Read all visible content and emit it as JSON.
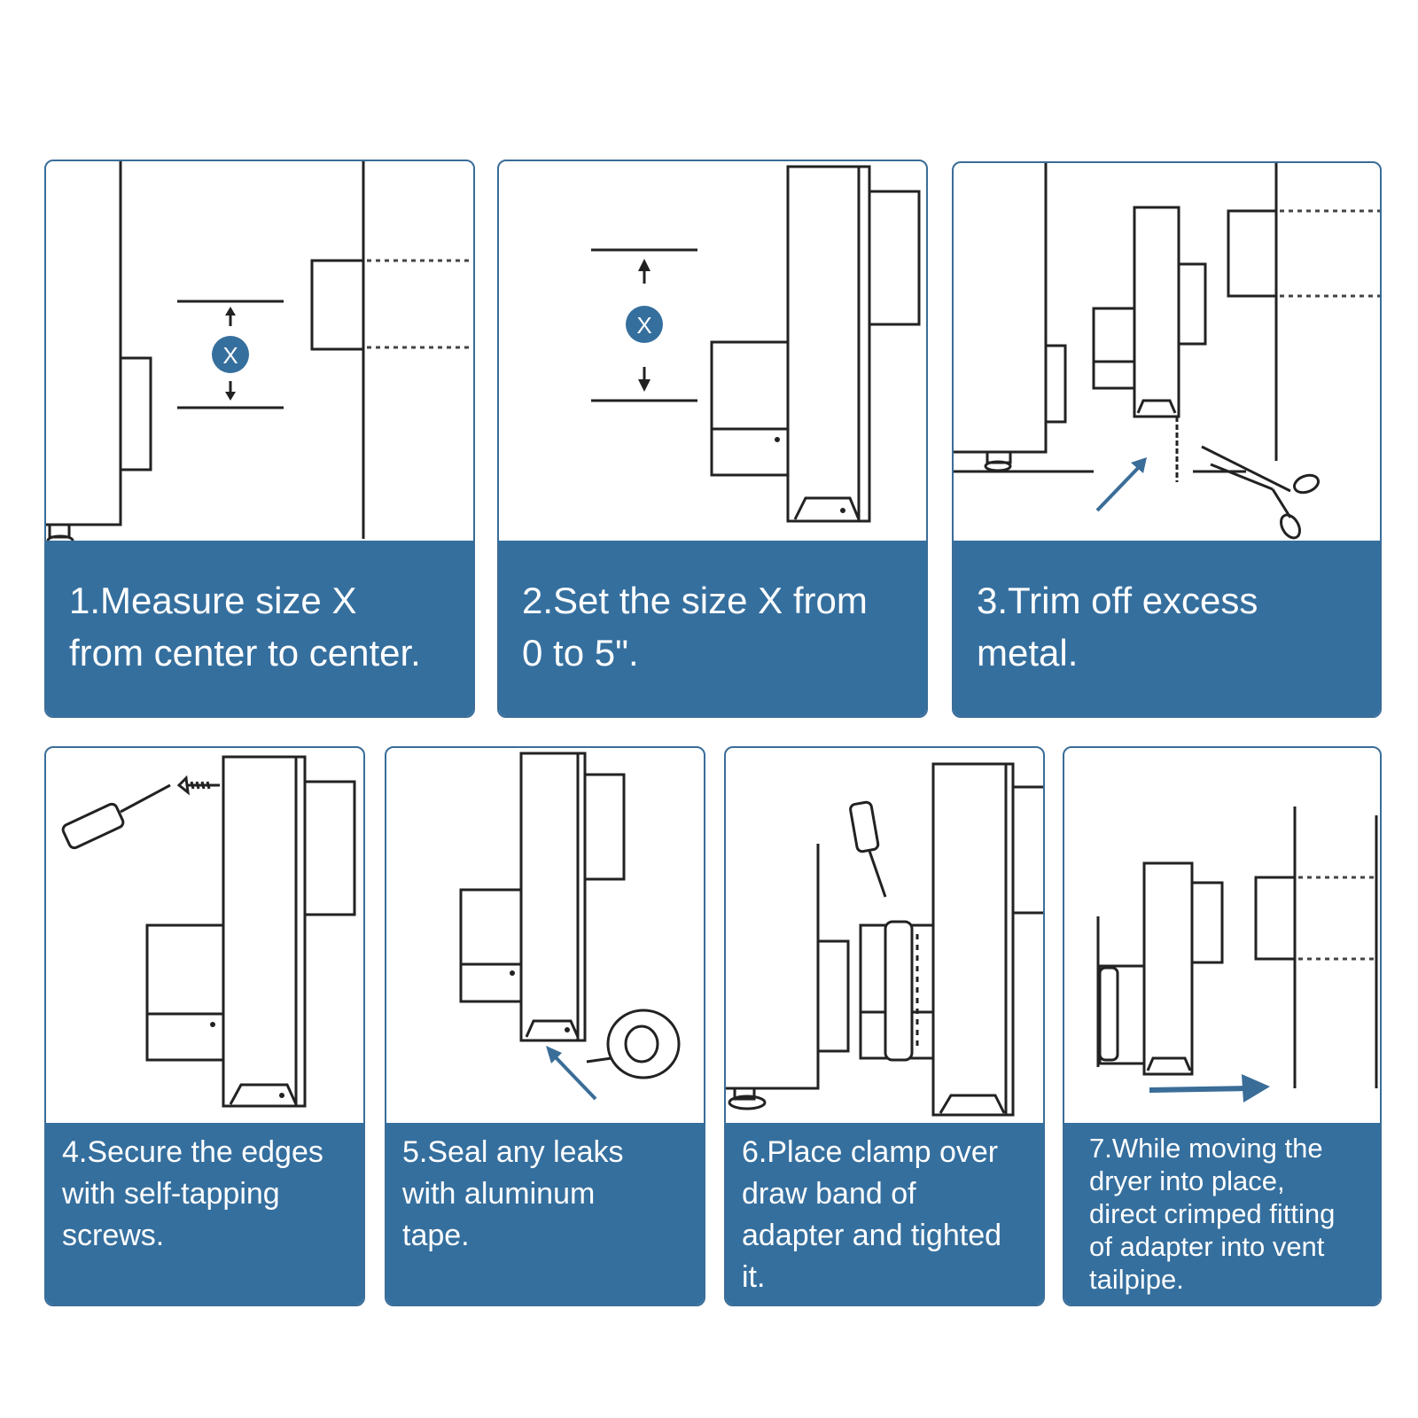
{
  "accent_color": "#356f9e",
  "steps": [
    {
      "text": "1.Measure size X\nfrom center to center.",
      "marker": "X"
    },
    {
      "text": "2.Set the size X from\n0 to 5\".",
      "marker": "X"
    },
    {
      "text": "3.Trim off excess\nmetal."
    },
    {
      "text": "4.Secure the edges\nwith self-tapping\nscrews."
    },
    {
      "text": "5.Seal any leaks\nwith aluminum\ntape."
    },
    {
      "text": "6.Place clamp over\ndraw band of\nadapter and tighted\nit."
    },
    {
      "text": "7.While moving the\ndryer into place,\ndirect crimped fitting\nof adapter into vent\ntailpipe."
    }
  ],
  "icons": [
    "ruler-arrows-icon",
    "scissors-icon",
    "screwdriver-icon",
    "screw-icon",
    "tape-roll-icon",
    "arrow-icon"
  ]
}
